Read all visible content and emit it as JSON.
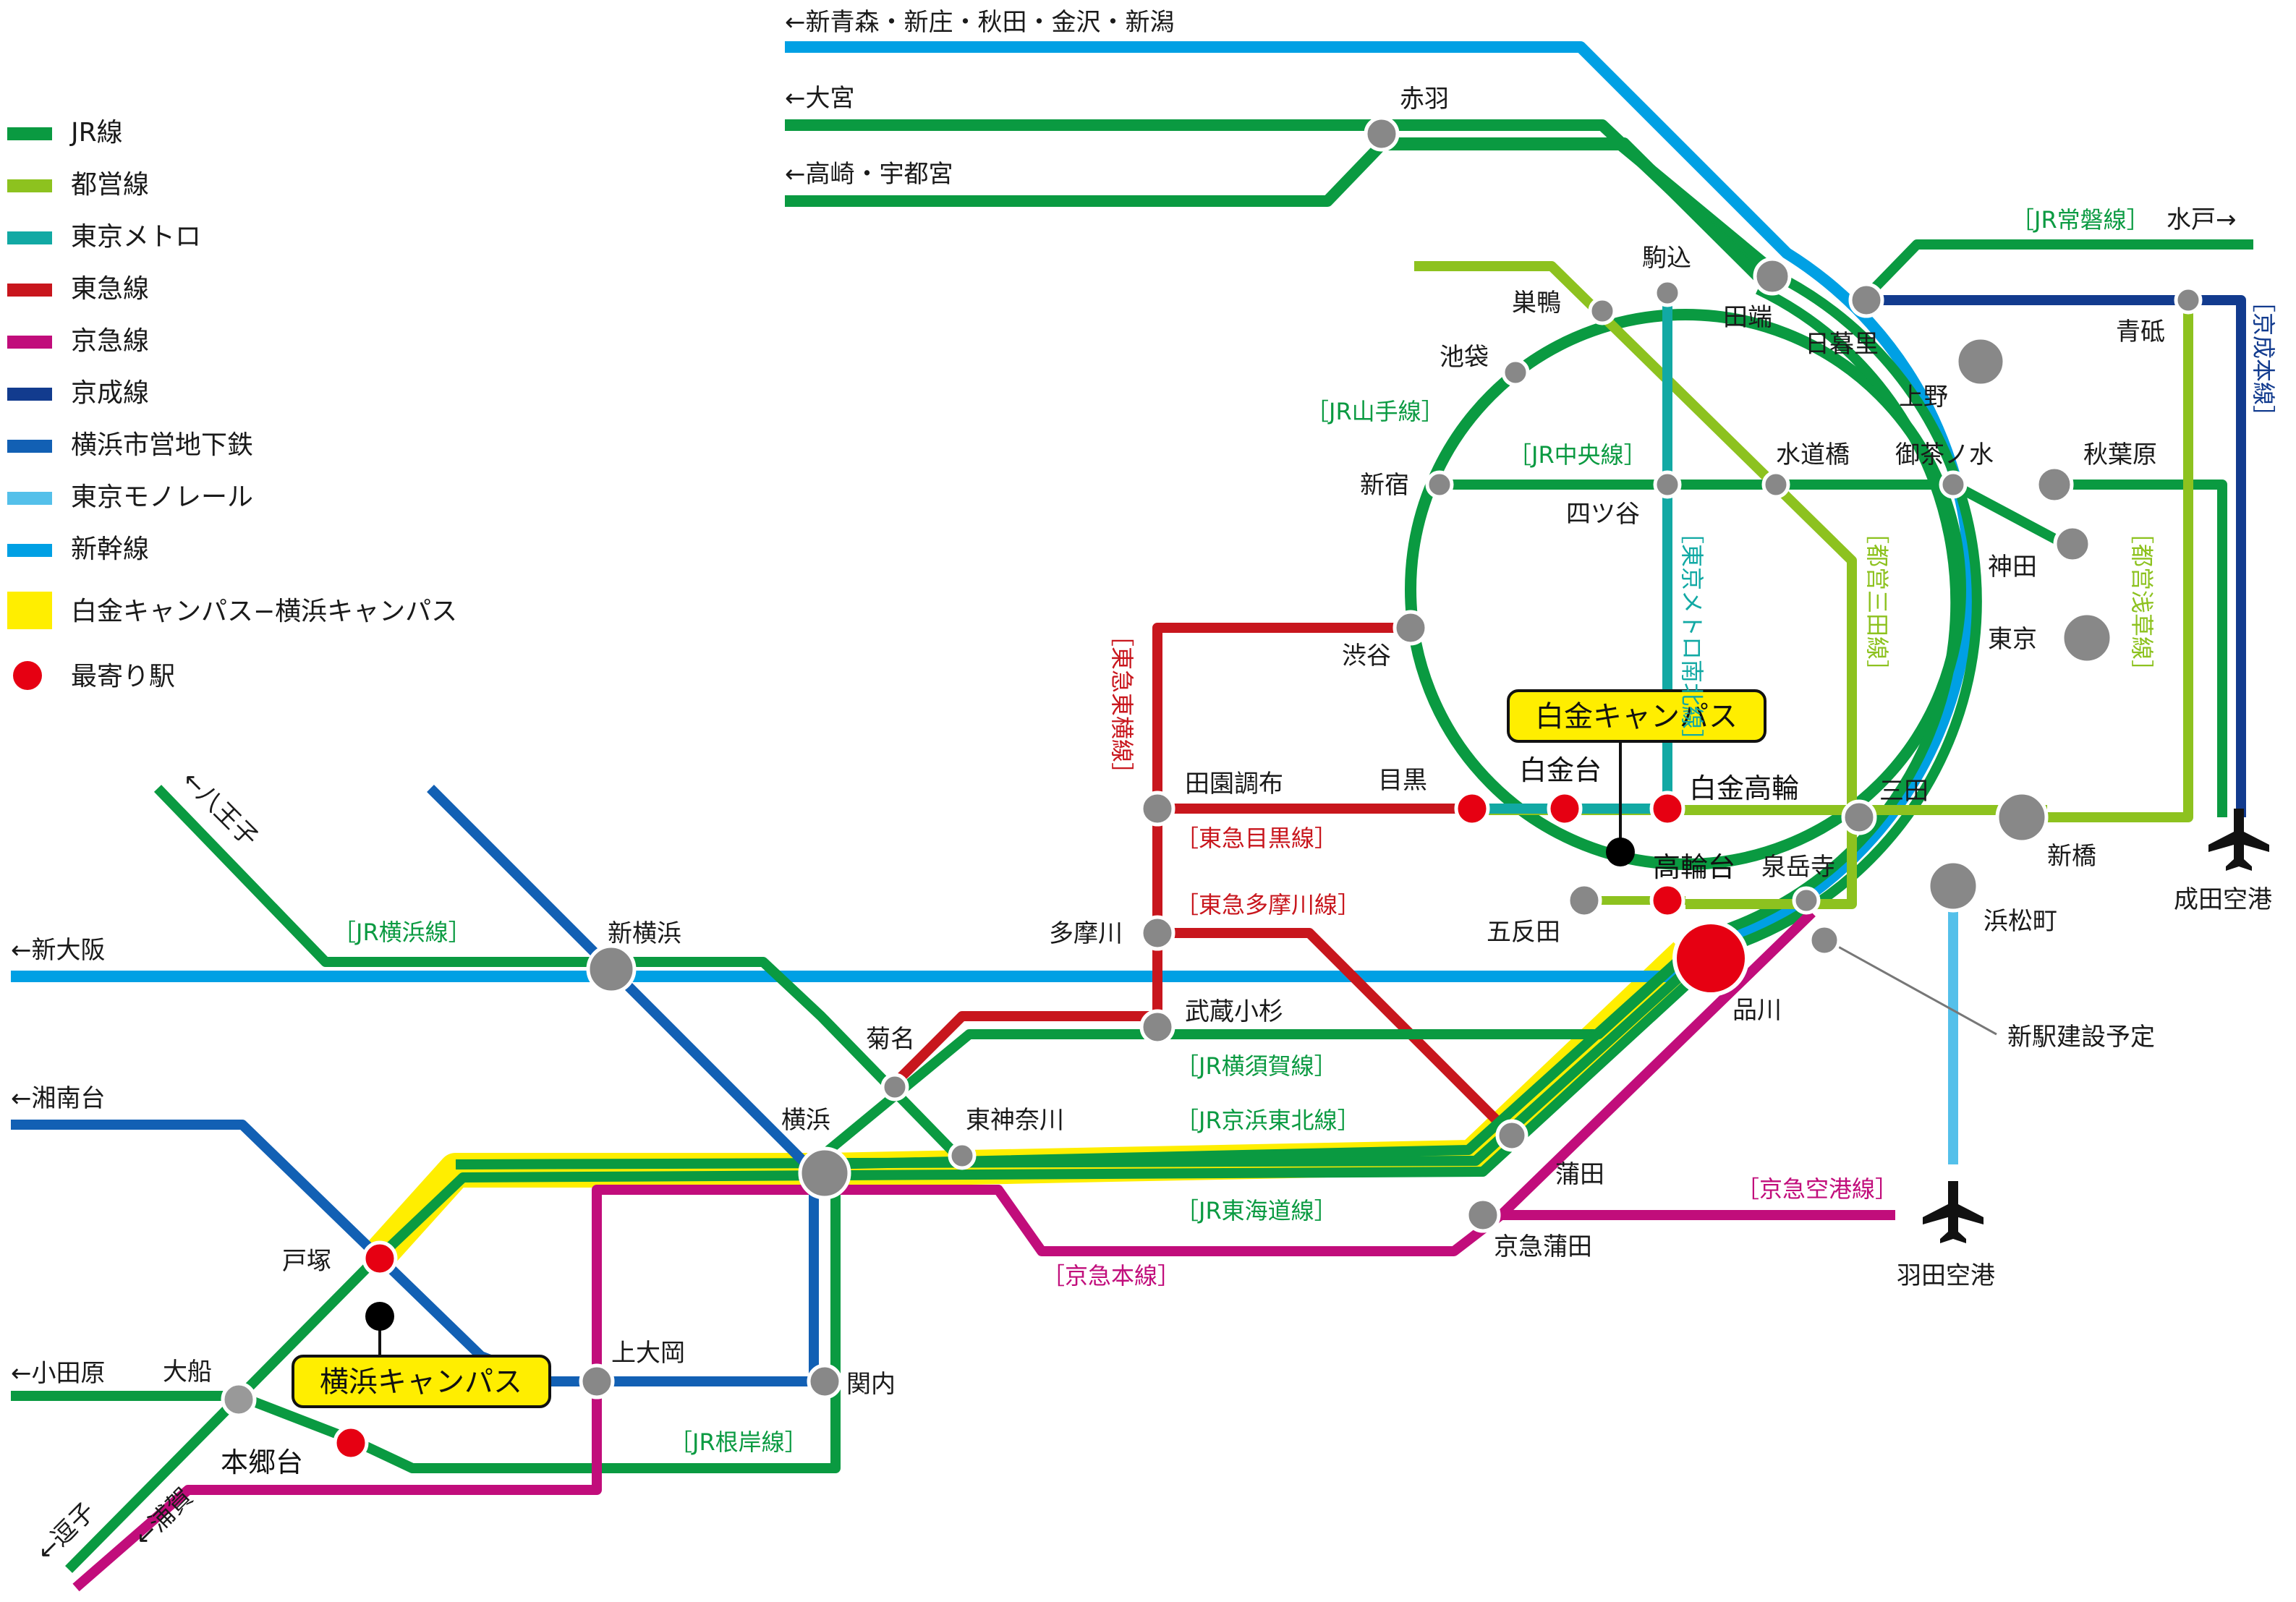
{
  "colors": {
    "jr": "#0a9a41",
    "toei": "#8dc21f",
    "metro": "#12a9a4",
    "tokyu": "#c8161d",
    "keikyu": "#c10d7b",
    "keisei": "#123b8e",
    "yokohama_subway": "#1260b4",
    "monorail": "#54c0ea",
    "shinkansen": "#00a0e4",
    "campus_route": "#ffee00",
    "nearest": "#e60012",
    "station": "#888888"
  },
  "legend": [
    {
      "key": "jr",
      "label": "JR線"
    },
    {
      "key": "toei",
      "label": "都営線"
    },
    {
      "key": "metro",
      "label": "東京メトロ"
    },
    {
      "key": "tokyu",
      "label": "東急線"
    },
    {
      "key": "keikyu",
      "label": "京急線"
    },
    {
      "key": "keisei",
      "label": "京成線"
    },
    {
      "key": "yokohama_subway",
      "label": "横浜市営地下鉄"
    },
    {
      "key": "monorail",
      "label": "東京モノレール"
    },
    {
      "key": "shinkansen",
      "label": "新幹線"
    },
    {
      "key": "campus_route",
      "label": "白金キャンパス−横浜キャンパス"
    },
    {
      "key": "nearest",
      "label": "最寄り駅"
    }
  ],
  "directions": {
    "north_shinkansen": "←新青森・新庄・秋田・金沢・新潟",
    "omiya": "←大宮",
    "takasaki": "←高崎・宇都宮",
    "mito": "水戸→",
    "hachioji": "←八王子",
    "shinosaka": "←新大阪",
    "shonandai": "←湘南台",
    "odawara": "←小田原",
    "zushi": "←逗子",
    "uraga": "←浦賀"
  },
  "line_labels": {
    "joban": "［JR常磐線］",
    "keisei_main": "［京成本線］",
    "yamanote": "［JR山手線］",
    "chuo": "［JR中央線］",
    "namboku": "［東京メトロ南北線］",
    "mita": "［都営三田線］",
    "asakusa": "［都営浅草線］",
    "toyoko": "［東急東横線］",
    "meguro": "［東急目黒線］",
    "tamagawa": "［東急多摩川線］",
    "yokohama": "［JR横浜線］",
    "yokosuka": "［JR横須賀線］",
    "keihin_tohoku": "［JR京浜東北線］",
    "tokaido": "［JR東海道線］",
    "keikyu_main": "［京急本線］",
    "airport": "［京急空港線］",
    "negishi": "［JR根岸線］"
  },
  "stations": {
    "akabane": "赤羽",
    "komagome": "駒込",
    "sugamo": "巣鴨",
    "ikebukuro": "池袋",
    "tabata": "田端",
    "nippori": "日暮里",
    "aoto": "青砥",
    "ueno": "上野",
    "shinjuku": "新宿",
    "yotsuya": "四ツ谷",
    "suidobashi": "水道橋",
    "ochanomizu": "御茶ノ水",
    "akihabara": "秋葉原",
    "kanda": "神田",
    "tokyo": "東京",
    "shibuya": "渋谷",
    "denenchofu": "田園調布",
    "meguro": "目黒",
    "shirokanedai": "白金台",
    "shirokane_takanawa": "白金高輪",
    "mita": "三田",
    "shimbashi": "新橋",
    "takanawadai": "高輪台",
    "sengakuji": "泉岳寺",
    "gotanda": "五反田",
    "hamamatsucho": "浜松町",
    "shinagawa": "品川",
    "tamagawa": "多摩川",
    "musashikosugi": "武蔵小杉",
    "shinyokohama": "新横浜",
    "kikuna": "菊名",
    "yokohama": "横浜",
    "higashikanagawa": "東神奈川",
    "kamata": "蒲田",
    "keikyu_kamata": "京急蒲田",
    "totsuka": "戸塚",
    "kamiooka": "上大岡",
    "kannai": "関内",
    "ofuna": "大船",
    "hongodai": "本郷台"
  },
  "notes": {
    "new_station": "新駅建設予定"
  },
  "campuses": {
    "shirokane": "白金キャンパス",
    "yokohama": "横浜キャンパス"
  },
  "airports": {
    "narita": "成田空港",
    "haneda": "羽田空港"
  }
}
